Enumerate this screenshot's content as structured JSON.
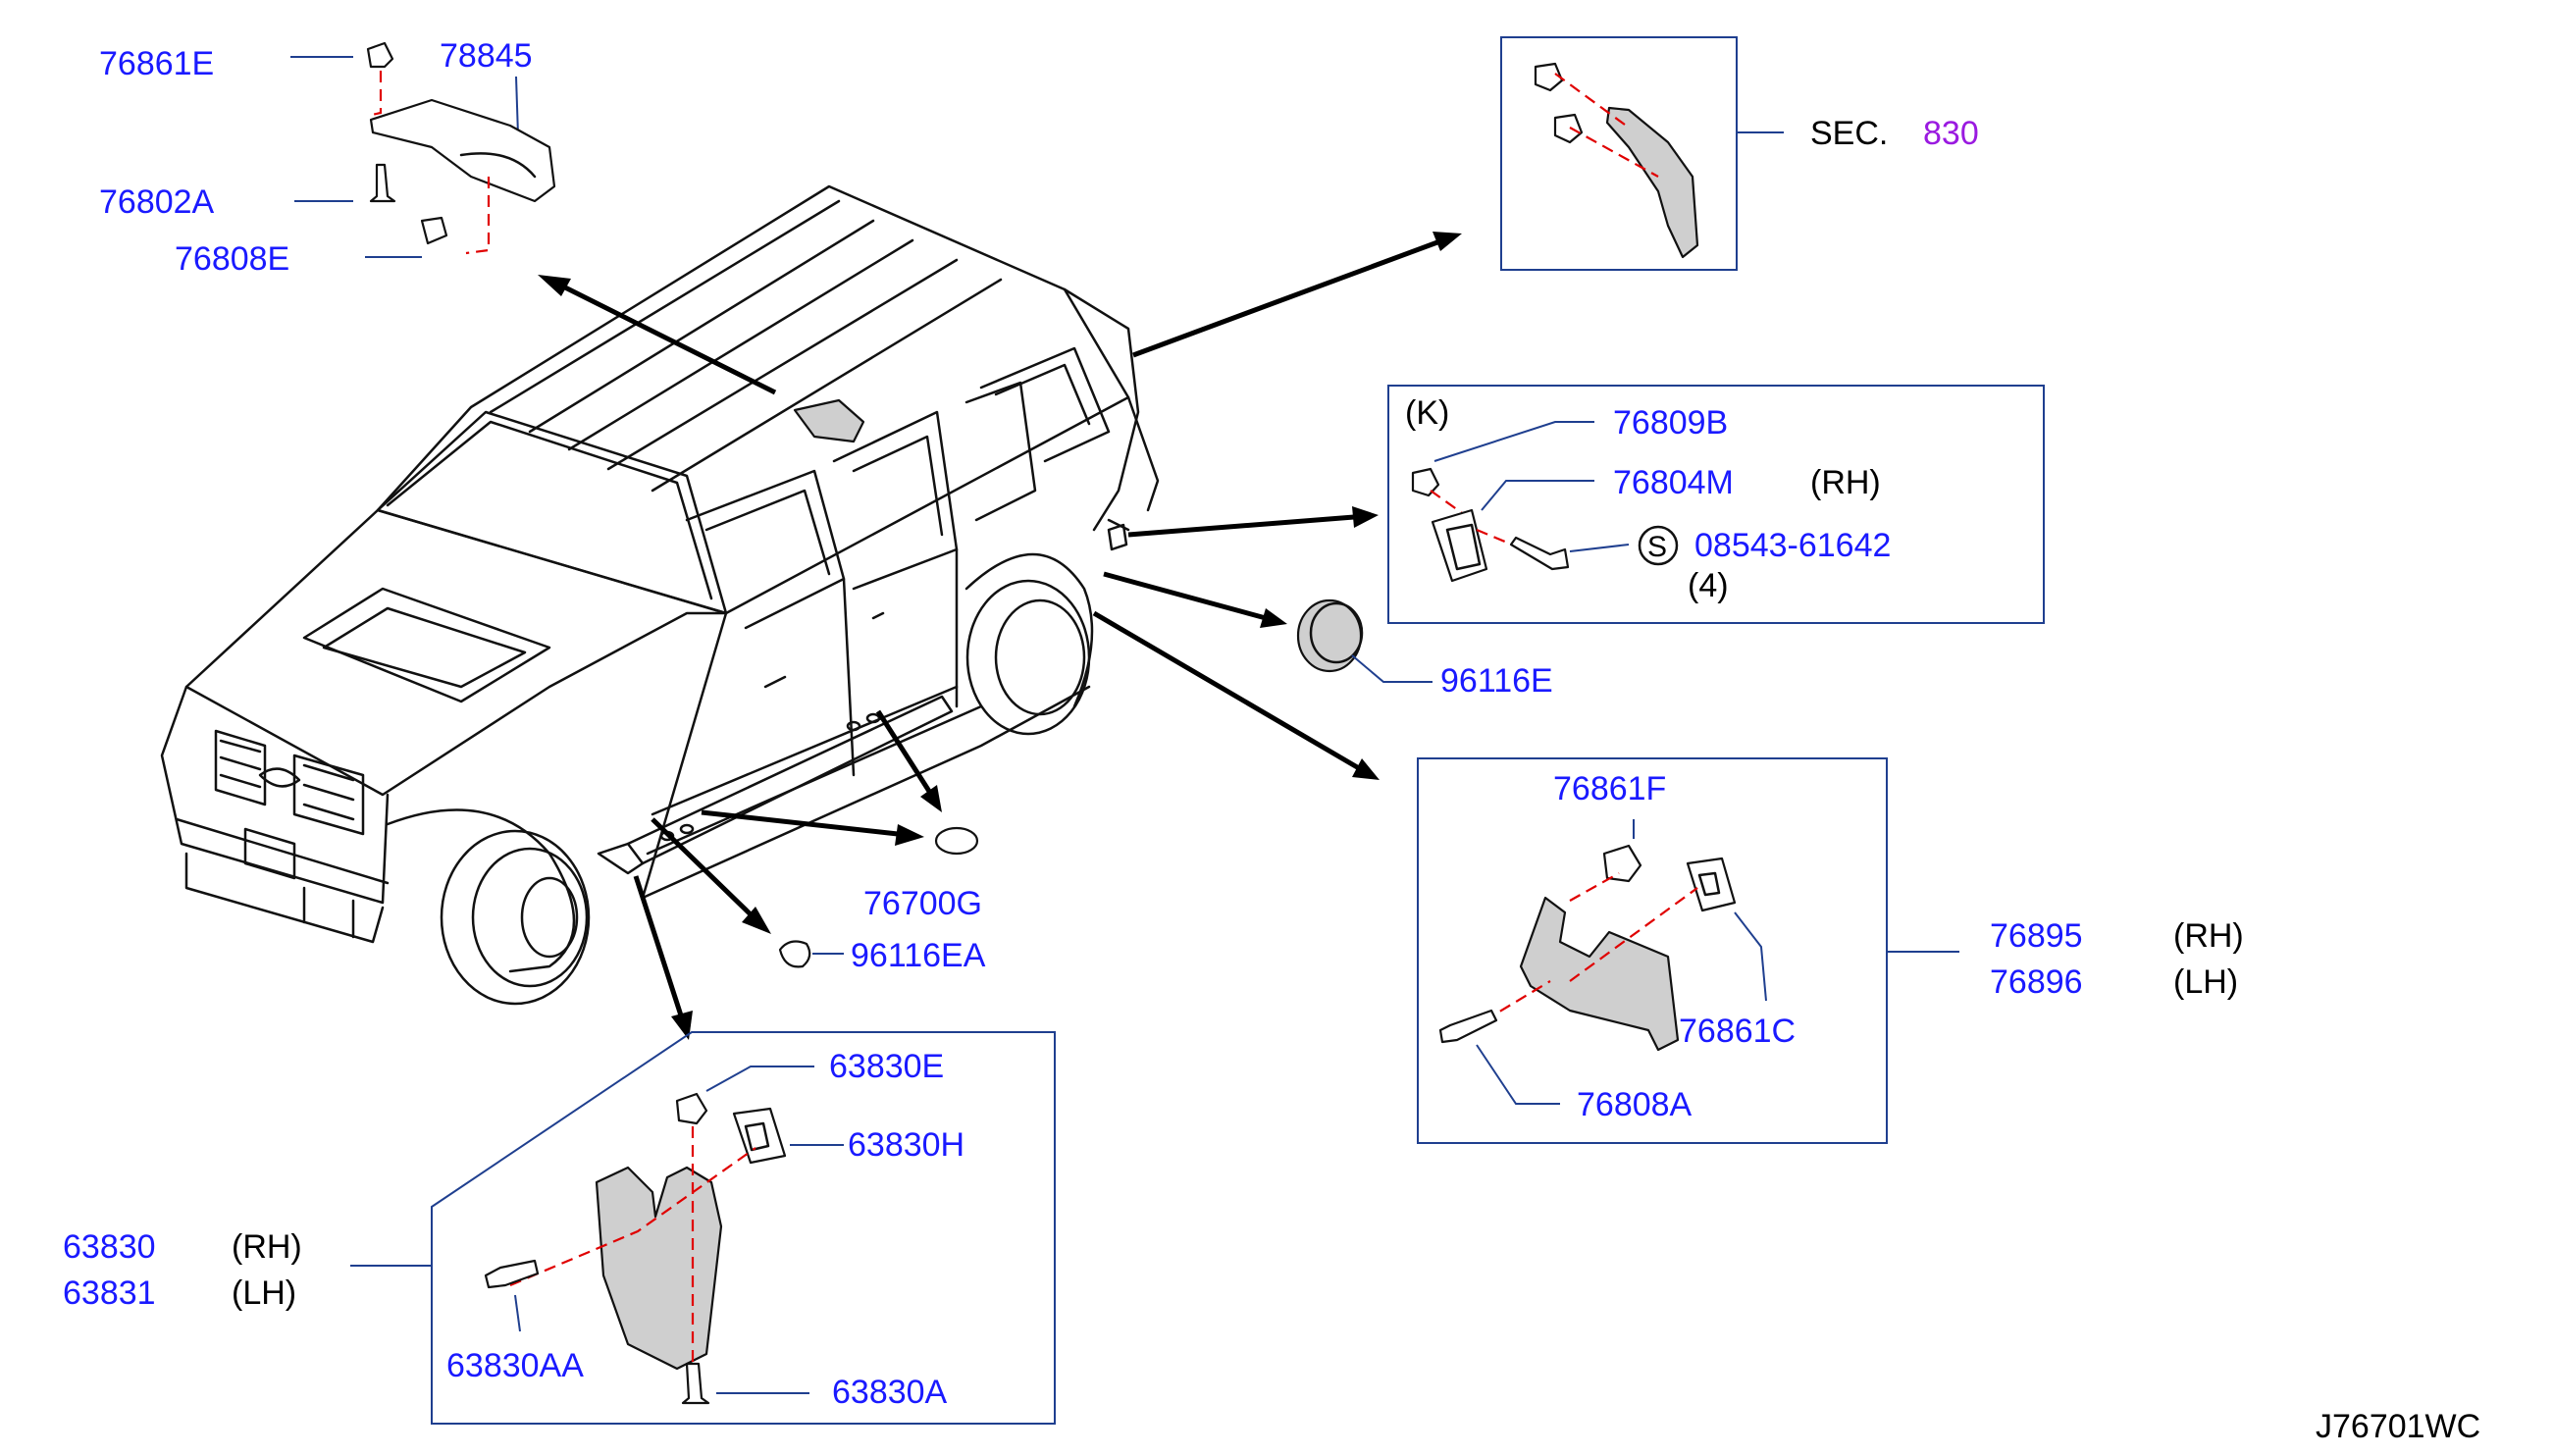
{
  "colors": {
    "part_number": "#1a1aff",
    "section_ref": "#9a1ae0",
    "text": "#000000",
    "frame": "#1f3f8f",
    "dash_line": "#e00000"
  },
  "diagram_id": "J76701WC",
  "top_left": {
    "p1": "76861E",
    "p2": "78845",
    "p3": "76802A",
    "p4": "76808E"
  },
  "sec": {
    "label": "SEC.",
    "number": "830"
  },
  "k_box": {
    "variant": "(K)",
    "p1": "76809B",
    "p2": "76804M",
    "p2_side": "(RH)",
    "s_symbol": "S",
    "p3": "08543-61642",
    "p3_qty": "(4)"
  },
  "grommet": {
    "p1": "96116E"
  },
  "mud_rear": {
    "p1": "76861F",
    "p2": "76861C",
    "p3": "76808A",
    "asm_rh": "76895",
    "asm_rh_side": "(RH)",
    "asm_lh": "76896",
    "asm_lh_side": "(LH)"
  },
  "under": {
    "p1": "76700G",
    "p2": "96116EA"
  },
  "mud_front": {
    "p1": "63830E",
    "p2": "63830H",
    "p3": "63830AA",
    "p4": "63830A",
    "asm_rh": "63830",
    "asm_rh_side": "(RH)",
    "asm_lh": "63831",
    "asm_lh_side": "(LH)"
  }
}
